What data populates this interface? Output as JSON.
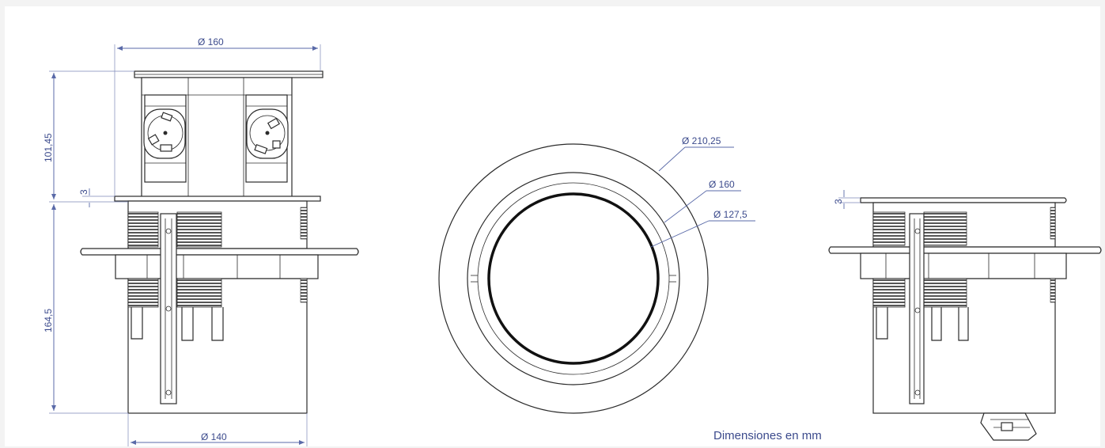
{
  "figure": {
    "caption": "Dimensiones en mm"
  },
  "front_view": {
    "dim_top_diameter": "Ø 160",
    "dim_bottom_diameter": "Ø 140",
    "dim_upper_height": "101,45",
    "dim_flange_thickness": "3",
    "dim_lower_height": "164,5"
  },
  "top_view": {
    "dim_outer_diameter": "Ø 210,25",
    "dim_mid_diameter": "Ø 160",
    "dim_inner_diameter": "Ø 127,5"
  },
  "side_view": {
    "dim_flange_thickness": "3"
  },
  "colors": {
    "dimension_text": "#3b4a8c",
    "outline": "#2b2b2b",
    "background": "#ffffff"
  }
}
